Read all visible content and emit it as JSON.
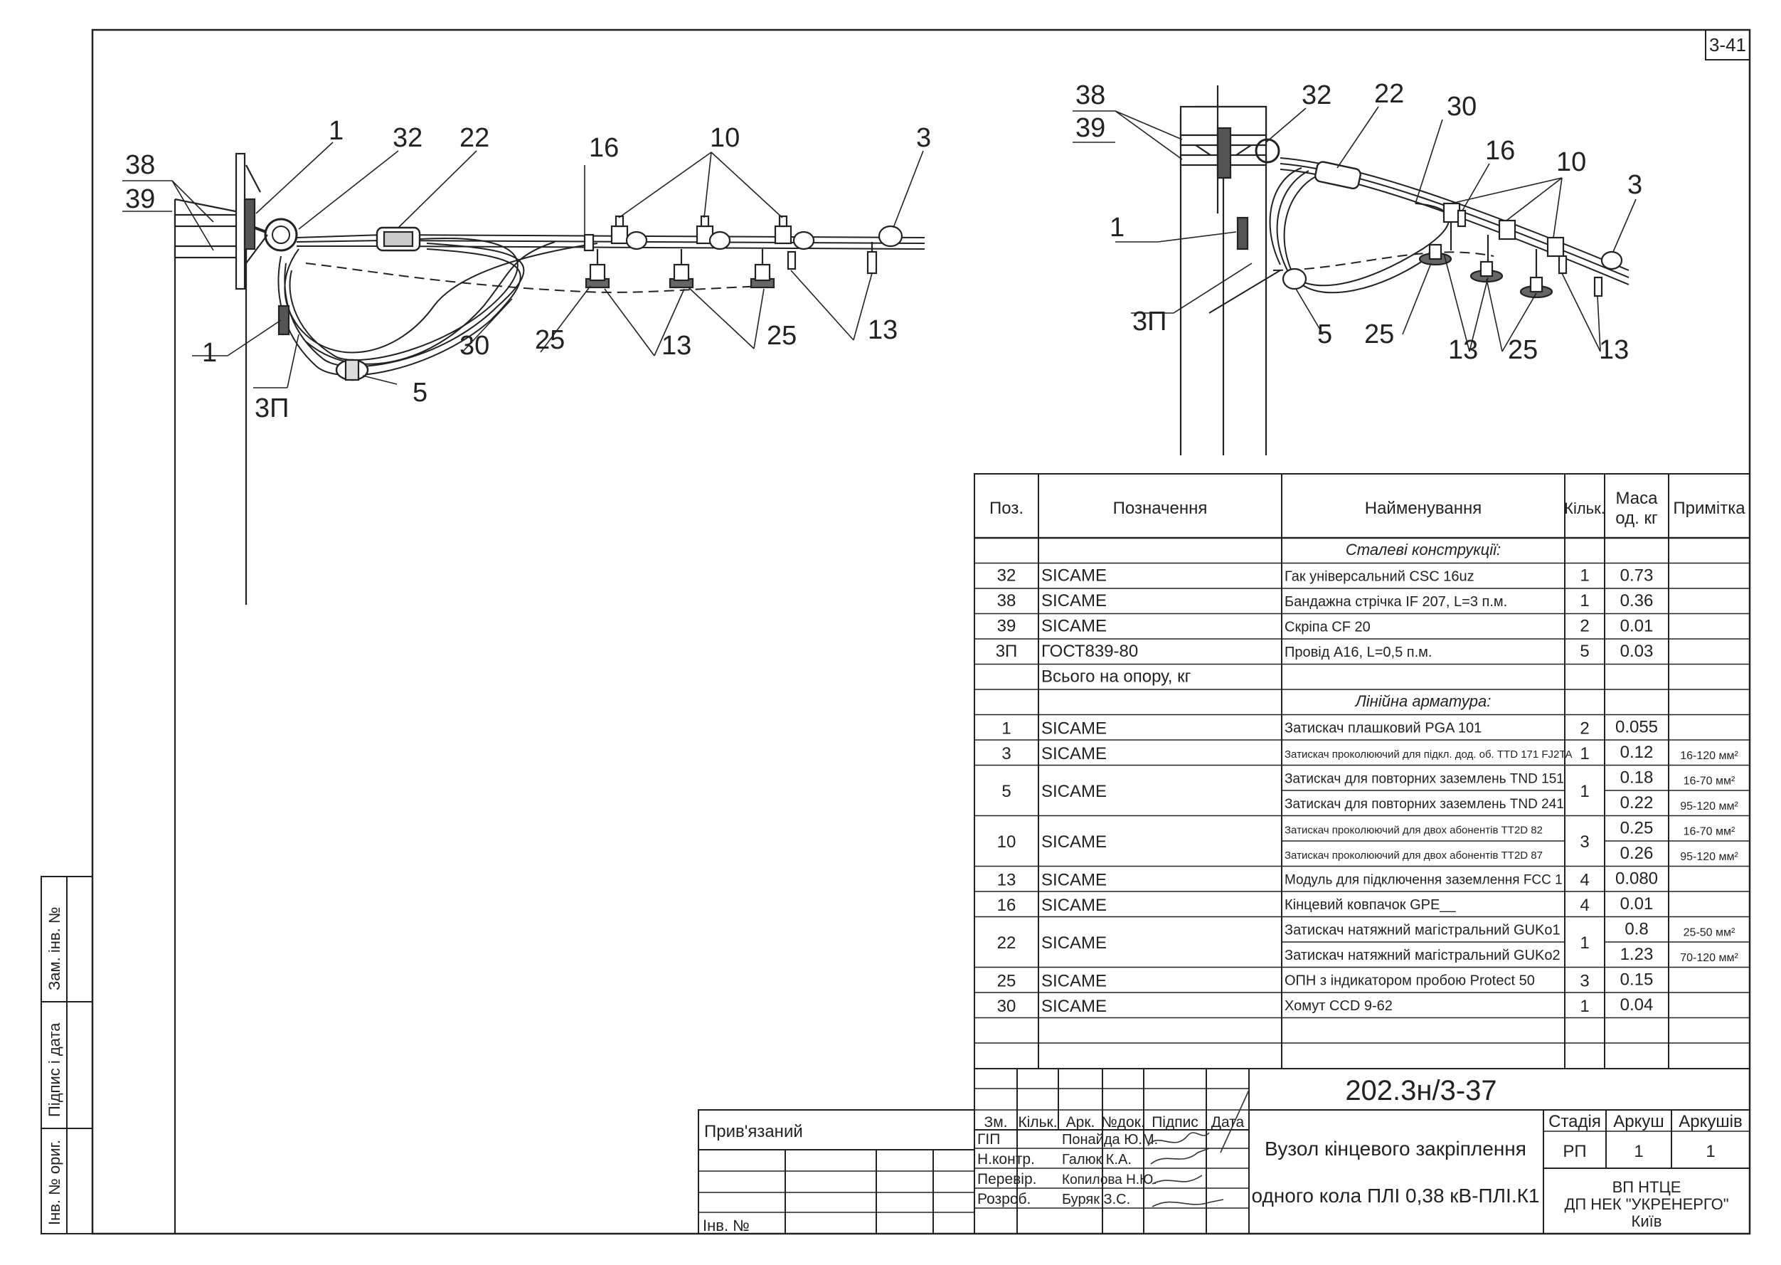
{
  "sheet_label": "3-41",
  "left_view": {
    "callouts": [
      "38",
      "39",
      "1",
      "32",
      "22",
      "16",
      "10",
      "3",
      "1",
      "3П",
      "5",
      "30",
      "25",
      "13",
      "25",
      "13"
    ]
  },
  "right_view": {
    "callouts": [
      "38",
      "39",
      "32",
      "22",
      "30",
      "16",
      "10",
      "3",
      "1",
      "3П",
      "5",
      "25",
      "13",
      "25",
      "13"
    ]
  },
  "table": {
    "headers": {
      "pos": "Поз.",
      "designation": "Позначення",
      "name": "Найменування",
      "qty": "Кільк.",
      "mass_line1": "Маса",
      "mass_line2": "од. кг",
      "note": "Примітка"
    },
    "section1": "Сталеві конструкції:",
    "section2": "Лінійна арматура:",
    "steel_rows": [
      {
        "pos": "32",
        "des": "SICAME",
        "name": "Гак універсальний CSC 16uz",
        "qty": "1",
        "mass": "0.73"
      },
      {
        "pos": "38",
        "des": "SICAME",
        "name": "Бандажна стрічка IF 207, L=3 п.м.",
        "qty": "1",
        "mass": "0.36"
      },
      {
        "pos": "39",
        "des": "SICAME",
        "name": "Скріпа CF 20",
        "qty": "2",
        "mass": "0.01"
      },
      {
        "pos": "3П",
        "des": "ГОСТ839-80",
        "name": "Провід А16, L=0,5 п.м.",
        "qty": "5",
        "mass": "0.03"
      }
    ],
    "total_label": "Всього на опору, кг",
    "rows": [
      {
        "pos": "1",
        "des": "SICAME",
        "names": [
          "Затискач плашковий PGA 101"
        ],
        "qty": "2",
        "mass": [
          "0.055"
        ],
        "notes": [
          ""
        ]
      },
      {
        "pos": "3",
        "des": "SICAME",
        "names": [
          "Затискач проколюючий для підкл. дод. об. TTD 171 FJ2TA"
        ],
        "qty": "1",
        "mass": [
          "0.12"
        ],
        "notes": [
          "16-120 мм²"
        ]
      },
      {
        "pos": "5",
        "des": "SICAME",
        "names": [
          "Затискач для повторних заземлень TND 151",
          "Затискач для повторних заземлень TND 241"
        ],
        "qty": "1",
        "mass": [
          "0.18",
          "0.22"
        ],
        "notes": [
          "16-70 мм²",
          "95-120 мм²"
        ]
      },
      {
        "pos": "10",
        "des": "SICAME",
        "names": [
          "Затискач проколюючий для двох абонентів  TT2D 82",
          "Затискач проколюючий для двох абонентів TT2D 87"
        ],
        "qty": "3",
        "mass": [
          "0.25",
          "0.26"
        ],
        "notes": [
          "16-70 мм²",
          "95-120 мм²"
        ]
      },
      {
        "pos": "13",
        "des": "SICAME",
        "names": [
          "Модуль для підключення заземлення FCC 1"
        ],
        "qty": "4",
        "mass": [
          "0.080"
        ],
        "notes": [
          ""
        ]
      },
      {
        "pos": "16",
        "des": "SICAME",
        "names": [
          "Кінцевий ковпачок GPE__"
        ],
        "qty": "4",
        "mass": [
          "0.01"
        ],
        "notes": [
          ""
        ]
      },
      {
        "pos": "22",
        "des": "SICAME",
        "names": [
          "Затискач натяжний магістральний GUKo1",
          "Затискач натяжний магістральний GUKo2"
        ],
        "qty": "1",
        "mass": [
          "0.8",
          "1.23"
        ],
        "notes": [
          "25-50 мм²",
          "70-120 мм²"
        ]
      },
      {
        "pos": "25",
        "des": "SICAME",
        "names": [
          "ОПН з індикатором пробою Protect 50"
        ],
        "qty": "3",
        "mass": [
          "0.15"
        ],
        "notes": [
          ""
        ]
      },
      {
        "pos": "30",
        "des": "SICAME",
        "names": [
          "Хомут CCD 9-62"
        ],
        "qty": "1",
        "mass": [
          "0.04"
        ],
        "notes": [
          ""
        ]
      }
    ]
  },
  "title_block": {
    "doc_code": "202.3н/3-37",
    "attached": "Прив'язаний",
    "inv_no": "Інв. №",
    "rev_headers": [
      "Зм.",
      "Кільк.",
      "Арк.",
      "№док.",
      "Підпис",
      "Дата"
    ],
    "roles": [
      {
        "role": "ГІП",
        "name": "Понайда Ю.М."
      },
      {
        "role": "Н.контр.",
        "name": "Галюк К.А."
      },
      {
        "role": "Перевір.",
        "name": "Копилова Н.Ю."
      },
      {
        "role": "Розроб.",
        "name": "Буряк З.С."
      }
    ],
    "title_line1": "Вузол кінцевого закріплення",
    "title_line2": "одного кола ПЛІ 0,38 кВ-ПЛІ.К1",
    "stage_label": "Стадія",
    "sheet_label": "Аркуш",
    "sheets_label": "Аркушів",
    "stage": "РП",
    "sheet": "1",
    "sheets": "1",
    "org_line1": "ВП НТЦЕ",
    "org_line2": "ДП НЕК \"УКРЕНЕРГО\"",
    "org_line3": "Київ"
  },
  "side_stamp": [
    "Зам. інв. №",
    "Підпис і дата",
    "Інв. № ориг."
  ]
}
